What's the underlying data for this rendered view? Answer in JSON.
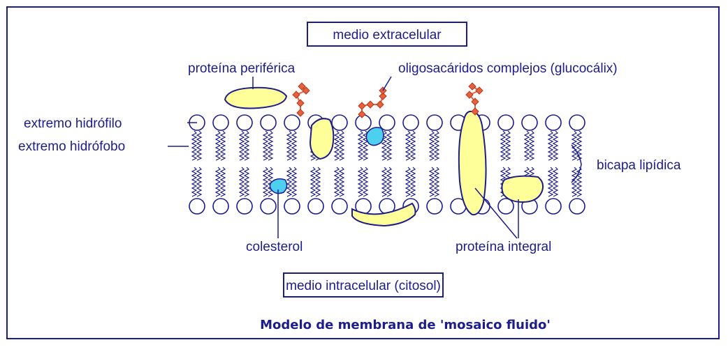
{
  "colors": {
    "ink": "#1c1c8c",
    "protein_fill": "#ffff99",
    "cholesterol_fill": "#4dd0f0",
    "oligosaccharide_fill": "#e8603c"
  },
  "labels": {
    "extracellular": "medio extracelular",
    "peripheral_protein": "proteína periférica",
    "oligosaccharides": "oligosacáridos complejos (glucocálix)",
    "hydrophilic_end": "extremo hidrófilo",
    "hydrophobic_end": "extremo hidrófobo",
    "lipid_bilayer": "bicapa lipídica",
    "cholesterol": "colesterol",
    "integral_protein": "proteína integral",
    "intracellular": "medio intracelular (citosol)"
  },
  "title": "Modelo de membrana de 'mosaico fluido'"
}
